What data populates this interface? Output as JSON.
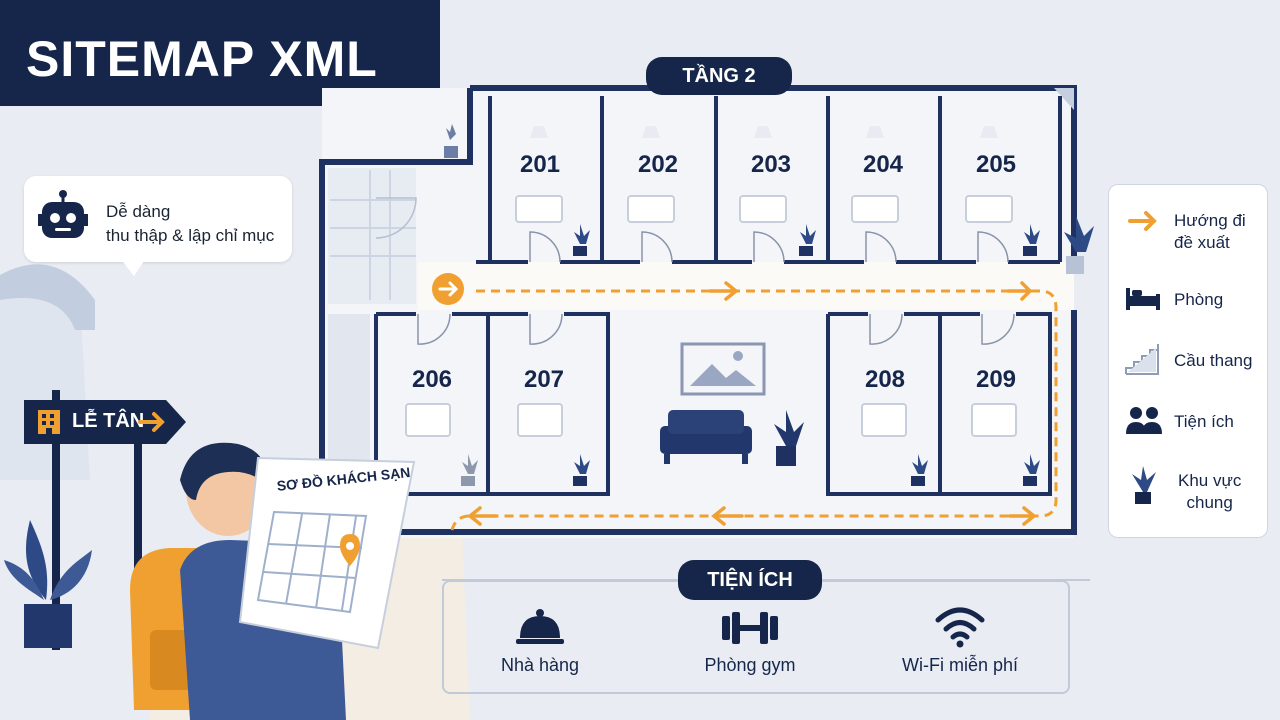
{
  "title": "SITEMAP XML",
  "floor_label": "TẦNG 2",
  "callout": {
    "line1": "Dễ dàng",
    "line2": "thu thập & lập chỉ mục",
    "icon": "robot-icon"
  },
  "reception_sign": {
    "label": "LỄ TÂN",
    "icon": "building-icon"
  },
  "map_sheet_title": "SƠ ĐỒ KHÁCH SẠN",
  "rooms": {
    "r201": "201",
    "r202": "202",
    "r203": "203",
    "r204": "204",
    "r205": "205",
    "r206": "206",
    "r207": "207",
    "r208": "208",
    "r209": "209"
  },
  "legend": {
    "route_line1": "Hướng đi",
    "route_line2": "đề xuất",
    "room": "Phòng",
    "stairs": "Cầu thang",
    "amenity": "Tiện ích",
    "common_line1": "Khu vực",
    "common_line2": "chung"
  },
  "amenities": {
    "title": "TIỆN ÍCH",
    "restaurant": "Nhà hàng",
    "gym": "Phòng gym",
    "wifi": "Wi-Fi miễn phí"
  },
  "colors": {
    "navy": "#16264a",
    "orange": "#f0a030",
    "wall": "#1e3160",
    "bg": "#e9edf3"
  }
}
